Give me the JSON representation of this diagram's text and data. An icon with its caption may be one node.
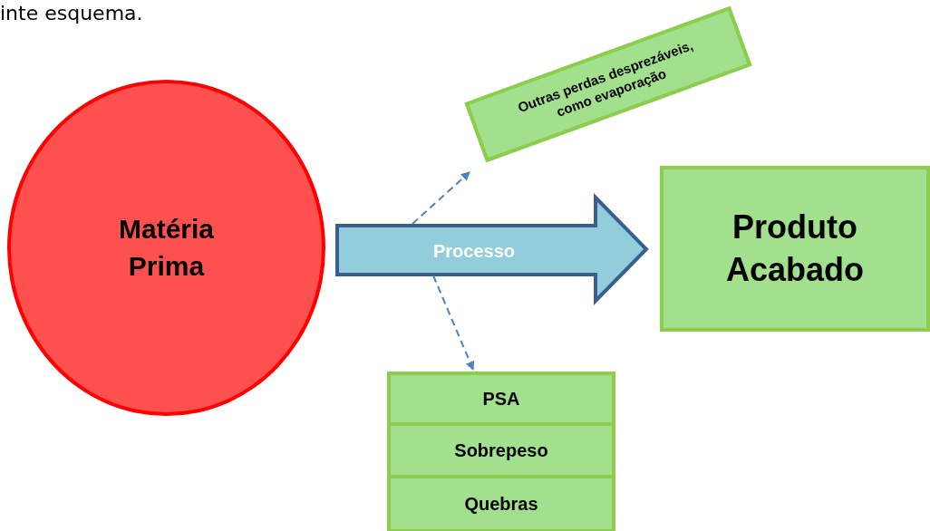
{
  "diagram": {
    "nodes": [
      {
        "text": [
          "Matéria Prima"
        ]
      },
      {
        "text": [
          "Processo"
        ]
      },
      {
        "text": [
          "Produto Acabado"
        ]
      },
      {
        "text": [
          "Outras perdas desprezáveis, como evaporação"
        ]
      },
      {
        "text": [
          "PSA"
        ]
      },
      {
        "text": [
          "Sobrepeso"
        ]
      },
      {
        "text": [
          "Quebras"
        ]
      }
    ],
    "edges": [
      {
        "from": 1,
        "to": 3,
        "arrow": "to",
        "style": "dashed"
      },
      {
        "from": 1,
        "to": 4,
        "arrow": "to",
        "style": "dashed"
      },
      {
        "from": 0,
        "to": 2,
        "arrow": "to",
        "style": "thick"
      }
    ],
    "labels": [
      "inte esquema."
    ]
  }
}
